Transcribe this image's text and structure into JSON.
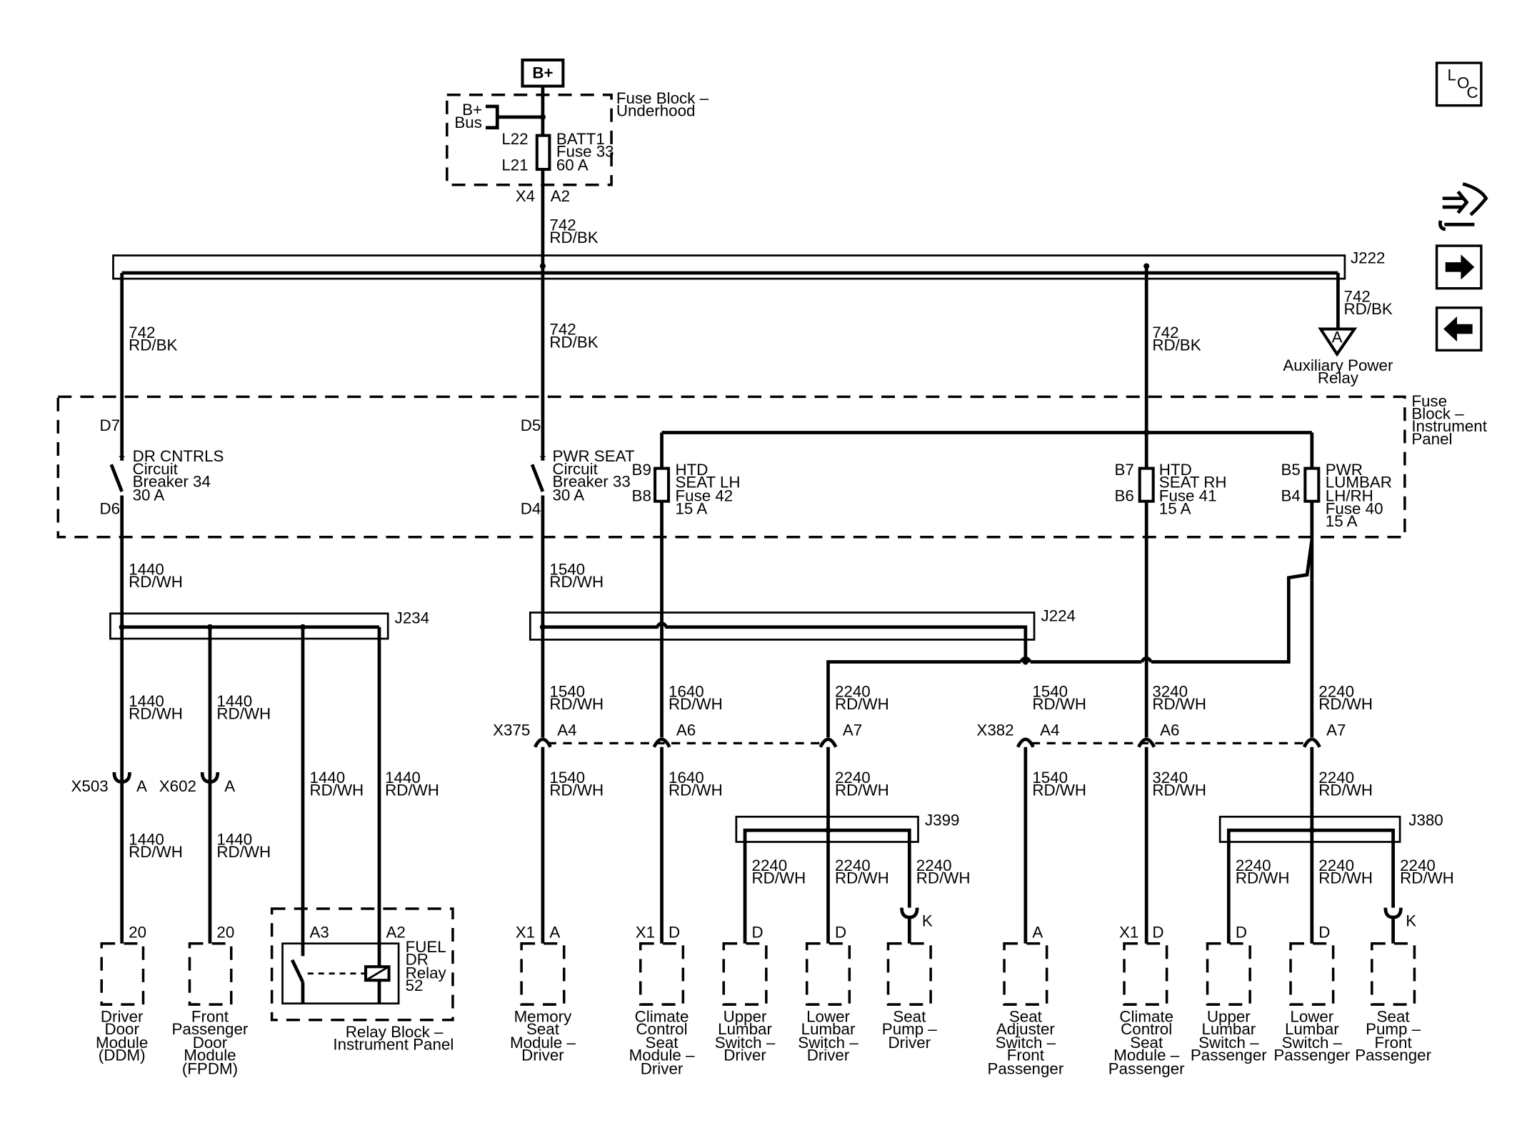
{
  "power_source": "B+",
  "fuse_block_underhood": {
    "title_lines": [
      "Fuse Block –",
      "Underhood"
    ],
    "bus_lines": [
      "B+",
      "Bus"
    ],
    "fuse_lines": [
      "BATT1",
      "Fuse 33",
      "60 A"
    ],
    "pin_top": "L22",
    "pin_bottom": "L21",
    "connector": "X4",
    "pin": "A2"
  },
  "j222": {
    "label": "J222",
    "feed_wire": [
      "742",
      "RD/BK"
    ],
    "branch_wire": [
      "742",
      "RD/BK"
    ],
    "aux_wire": [
      "742",
      "RD/BK"
    ],
    "aux_connector": "A",
    "aux_label": [
      "Auxiliary Power",
      "Relay"
    ]
  },
  "fuse_block_ip": {
    "title_lines": [
      "Fuse",
      "Block –",
      "Instrument",
      "Panel"
    ],
    "breakers": [
      {
        "pin_in": "D7",
        "pin_out": "D6",
        "lines": [
          "DR CNTRLS",
          "Circuit",
          "Breaker 34",
          "30 A"
        ]
      },
      {
        "pin_in": "D5",
        "pin_out": "D4",
        "lines": [
          "PWR SEAT",
          "Circuit",
          "Breaker 33",
          "30 A"
        ]
      }
    ],
    "fuses": [
      {
        "pin_in": "B9",
        "pin_out": "B8",
        "lines": [
          "HTD",
          "SEAT LH",
          "Fuse 42",
          "15 A"
        ]
      },
      {
        "pin_in": "B7",
        "pin_out": "B6",
        "lines": [
          "HTD",
          "SEAT RH",
          "Fuse 41",
          "15 A"
        ]
      },
      {
        "pin_in": "B5",
        "pin_out": "B4",
        "lines": [
          "PWR",
          "LUMBAR",
          "LH/RH",
          "Fuse 40",
          "15 A"
        ]
      }
    ]
  },
  "wires_upper": {
    "w1440": [
      "1440",
      "RD/WH"
    ],
    "w1540": [
      "1540",
      "RD/WH"
    ]
  },
  "splices": {
    "j234": "J234",
    "j224": "J224",
    "j399": "J399",
    "j380": "J380"
  },
  "lower_wires": {
    "w1440": [
      "1440",
      "RD/WH"
    ],
    "w1540": [
      "1540",
      "RD/WH"
    ],
    "w1640": [
      "1640",
      "RD/WH"
    ],
    "w2240": [
      "2240",
      "RD/WH"
    ],
    "w3240": [
      "3240",
      "RD/WH"
    ]
  },
  "connectors": {
    "x503": {
      "name": "X503",
      "pin": "A"
    },
    "x602": {
      "name": "X602",
      "pin": "A"
    },
    "x375": {
      "name": "X375",
      "pins": [
        "A4",
        "A6",
        "A7"
      ]
    },
    "x382": {
      "name": "X382",
      "pins": [
        "A4",
        "A6",
        "A7"
      ]
    }
  },
  "relay": {
    "pins": [
      "A3",
      "A2"
    ],
    "lines": [
      "FUEL",
      "DR",
      "Relay",
      "52"
    ],
    "block_label": [
      "Relay Block –",
      "Instrument Panel"
    ]
  },
  "components": [
    {
      "pin": "20",
      "lines": [
        "Driver",
        "Door",
        "Module",
        "(DDM)"
      ]
    },
    {
      "pin": "20",
      "lines": [
        "Front",
        "Passenger",
        "Door",
        "Module",
        "(FPDM)"
      ]
    },
    {
      "conn": "X1",
      "pin": "A",
      "lines": [
        "Memory",
        "Seat",
        "Module –",
        "Driver"
      ]
    },
    {
      "conn": "X1",
      "pin": "D",
      "lines": [
        "Climate",
        "Control",
        "Seat",
        "Module –",
        "Driver"
      ]
    },
    {
      "pin": "D",
      "lines": [
        "Upper",
        "Lumbar",
        "Switch –",
        "Driver"
      ]
    },
    {
      "pin": "D",
      "lines": [
        "Lower",
        "Lumbar",
        "Switch –",
        "Driver"
      ]
    },
    {
      "pin": "K",
      "lines": [
        "Seat",
        "Pump –",
        "Driver"
      ]
    },
    {
      "pin": "A",
      "lines": [
        "Seat",
        "Adjuster",
        "Switch –",
        "Front",
        "Passenger"
      ]
    },
    {
      "conn": "X1",
      "pin": "D",
      "lines": [
        "Climate",
        "Control",
        "Seat",
        "Module –",
        "Passenger"
      ]
    },
    {
      "pin": "D",
      "lines": [
        "Upper",
        "Lumbar",
        "Switch –",
        "Passenger"
      ]
    },
    {
      "pin": "D",
      "lines": [
        "Lower",
        "Lumbar",
        "Switch –",
        "Passenger"
      ]
    },
    {
      "pin": "K",
      "lines": [
        "Seat",
        "Pump –",
        "Front",
        "Passenger"
      ]
    }
  ],
  "nav": {
    "loc_button": [
      "L",
      "O",
      "C"
    ],
    "tool_icon": "wrench-arrow-icon",
    "forward_icon": "arrow-right-icon",
    "back_icon": "arrow-left-icon"
  }
}
